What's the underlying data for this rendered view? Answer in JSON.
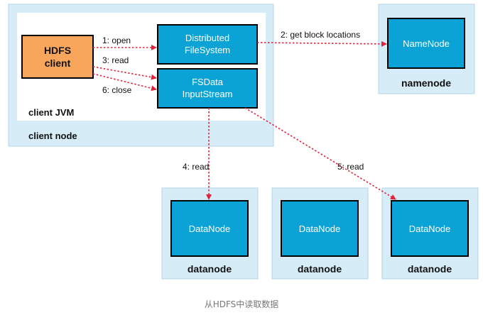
{
  "client_node": {
    "label": "client node",
    "jvm_label": "client JVM",
    "hdfs_client": {
      "line1": "HDFS",
      "line2": "client"
    },
    "dfs": {
      "line1": "Distributed",
      "line2": "FileSystem"
    },
    "fsdis": {
      "line1": "FSData",
      "line2": "InputStream"
    }
  },
  "namenode": {
    "inner": "NameNode",
    "label": "namenode"
  },
  "datanodes": [
    {
      "inner": "DataNode",
      "label": "datanode"
    },
    {
      "inner": "DataNode",
      "label": "datanode"
    },
    {
      "inner": "DataNode",
      "label": "datanode"
    }
  ],
  "steps": {
    "open": "1: open",
    "get_locations": "2: get block locations",
    "read3": "3: read",
    "read4": "4: read",
    "read5": "5: read",
    "close": "6: close"
  },
  "colors": {
    "node_bg": "#d6ecf7",
    "jvm_bg": "#ffffff",
    "client_fill": "#f7a65c",
    "box_fill": "#0ba3d6",
    "arrow": "#e0243a"
  },
  "caption": "从HDFS中读取数据"
}
